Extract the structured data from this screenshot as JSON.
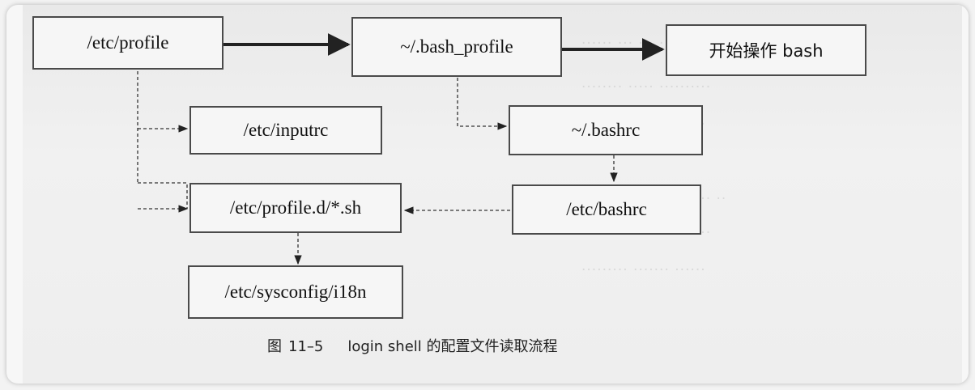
{
  "nodes": {
    "etc_profile": "/etc/profile",
    "bash_profile": "~/.bash_profile",
    "start_bash": "开始操作 bash",
    "inputrc": "/etc/inputrc",
    "bashrc_home": "~/.bashrc",
    "profile_d": "/etc/profile.d/*.sh",
    "etc_bashrc": "/etc/bashrc",
    "i18n": "/etc/sysconfig/i18n"
  },
  "edges": [
    {
      "from": "etc_profile",
      "to": "bash_profile",
      "style": "solid"
    },
    {
      "from": "bash_profile",
      "to": "start_bash",
      "style": "solid"
    },
    {
      "from": "etc_profile",
      "to": "inputrc",
      "style": "dashed"
    },
    {
      "from": "etc_profile",
      "to": "profile_d",
      "style": "dashed"
    },
    {
      "from": "bash_profile",
      "to": "bashrc_home",
      "style": "dashed"
    },
    {
      "from": "bashrc_home",
      "to": "etc_bashrc",
      "style": "dashed"
    },
    {
      "from": "etc_bashrc",
      "to": "profile_d",
      "style": "dashed"
    },
    {
      "from": "profile_d",
      "to": "i18n",
      "style": "dashed"
    }
  ],
  "caption": {
    "fig_label": "图",
    "fig_number": "11–5",
    "text": "login shell 的配置文件读取流程"
  },
  "colors": {
    "box_border": "#4a4a4a",
    "arrow": "#222222",
    "paper": "#eeeeee"
  }
}
